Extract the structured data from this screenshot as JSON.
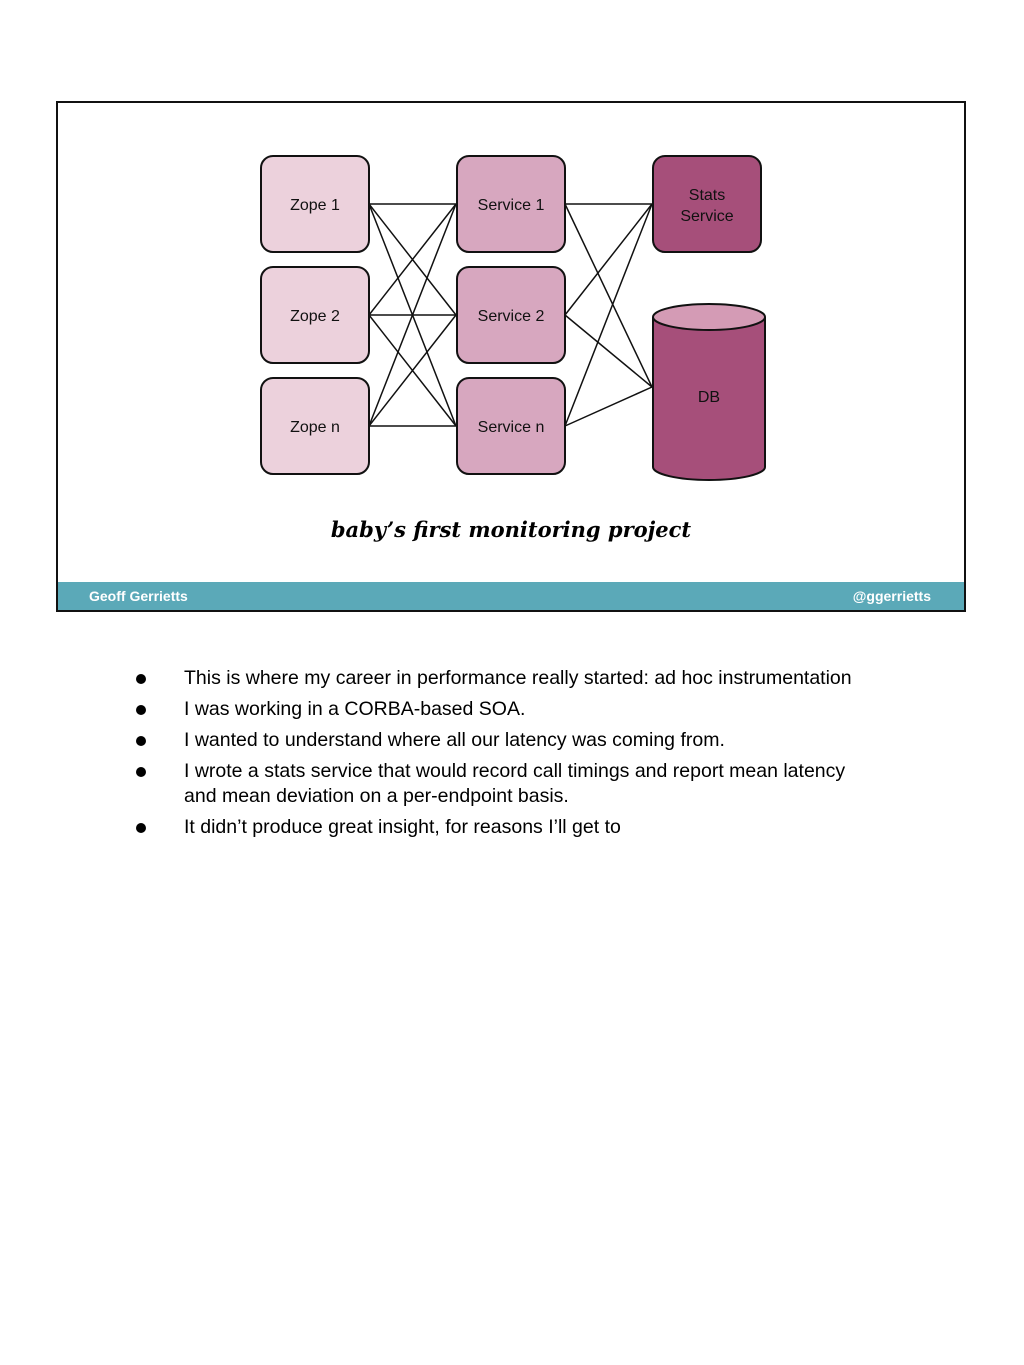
{
  "slide": {
    "diagram": {
      "zopes": [
        "Zope 1",
        "Zope 2",
        "Zope n"
      ],
      "services": [
        "Service 1",
        "Service 2",
        "Service n"
      ],
      "stats": [
        "Stats",
        "Service"
      ],
      "db": "DB",
      "colors": {
        "zope_fill": "#ecd1dc",
        "service_fill": "#d7a7bf",
        "stats_fill": "#a64f7a",
        "db_fill": "#a64f7a",
        "db_top": "#d49bb5"
      }
    },
    "caption": "baby’s first monitoring project",
    "footer": {
      "author": "Geoff Gerrietts",
      "handle": "@ggerrietts",
      "color": "#5ba9b8"
    }
  },
  "notes": [
    "This is where my career in performance really started: ad hoc instrumentation",
    "I was working in a CORBA-based SOA.",
    "I wanted to understand where all our latency was coming from.",
    "I wrote a stats service that would record call timings and report mean latency and mean deviation on a per-endpoint basis.",
    "It didn’t produce great insight, for reasons I’ll get to"
  ]
}
